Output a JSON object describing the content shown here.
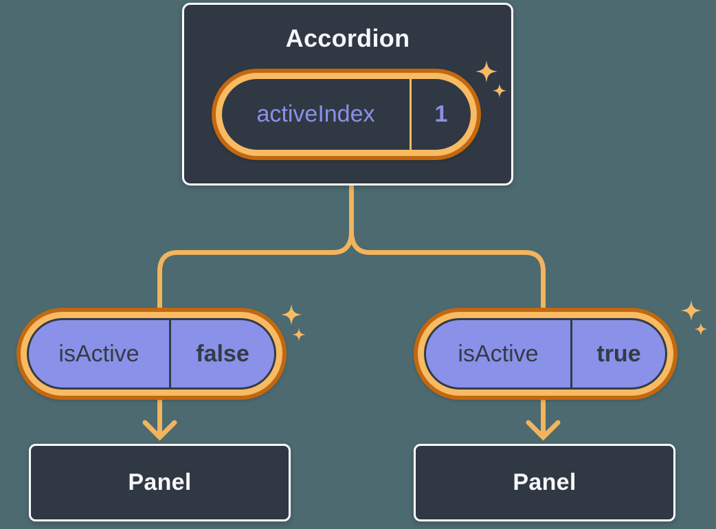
{
  "diagram": {
    "description": "React state tree: Accordion parent holding activeIndex state, passing isActive props to two Panel children",
    "accordion": {
      "title": "Accordion",
      "state_pill": {
        "label": "activeIndex",
        "value": "1"
      }
    },
    "children": [
      {
        "prop_pill": {
          "label": "isActive",
          "value": "false"
        },
        "panel": {
          "title": "Panel"
        }
      },
      {
        "prop_pill": {
          "label": "isActive",
          "value": "true"
        },
        "panel": {
          "title": "Panel"
        }
      }
    ],
    "icons": {
      "sparkle": "four-point-sparkle",
      "arrow": "down-arrow"
    },
    "colors": {
      "background": "#4C6A70",
      "box_fill": "#303844",
      "box_border": "#FFFFFF",
      "title_text": "#F6F7F9",
      "purple": "#8A91E8",
      "dark_text": "#333B46",
      "ring_dark": "#C2680F",
      "ring_light": "#F8BB63",
      "line": "#F2B45C",
      "sparkle": "#F6BB64"
    }
  }
}
